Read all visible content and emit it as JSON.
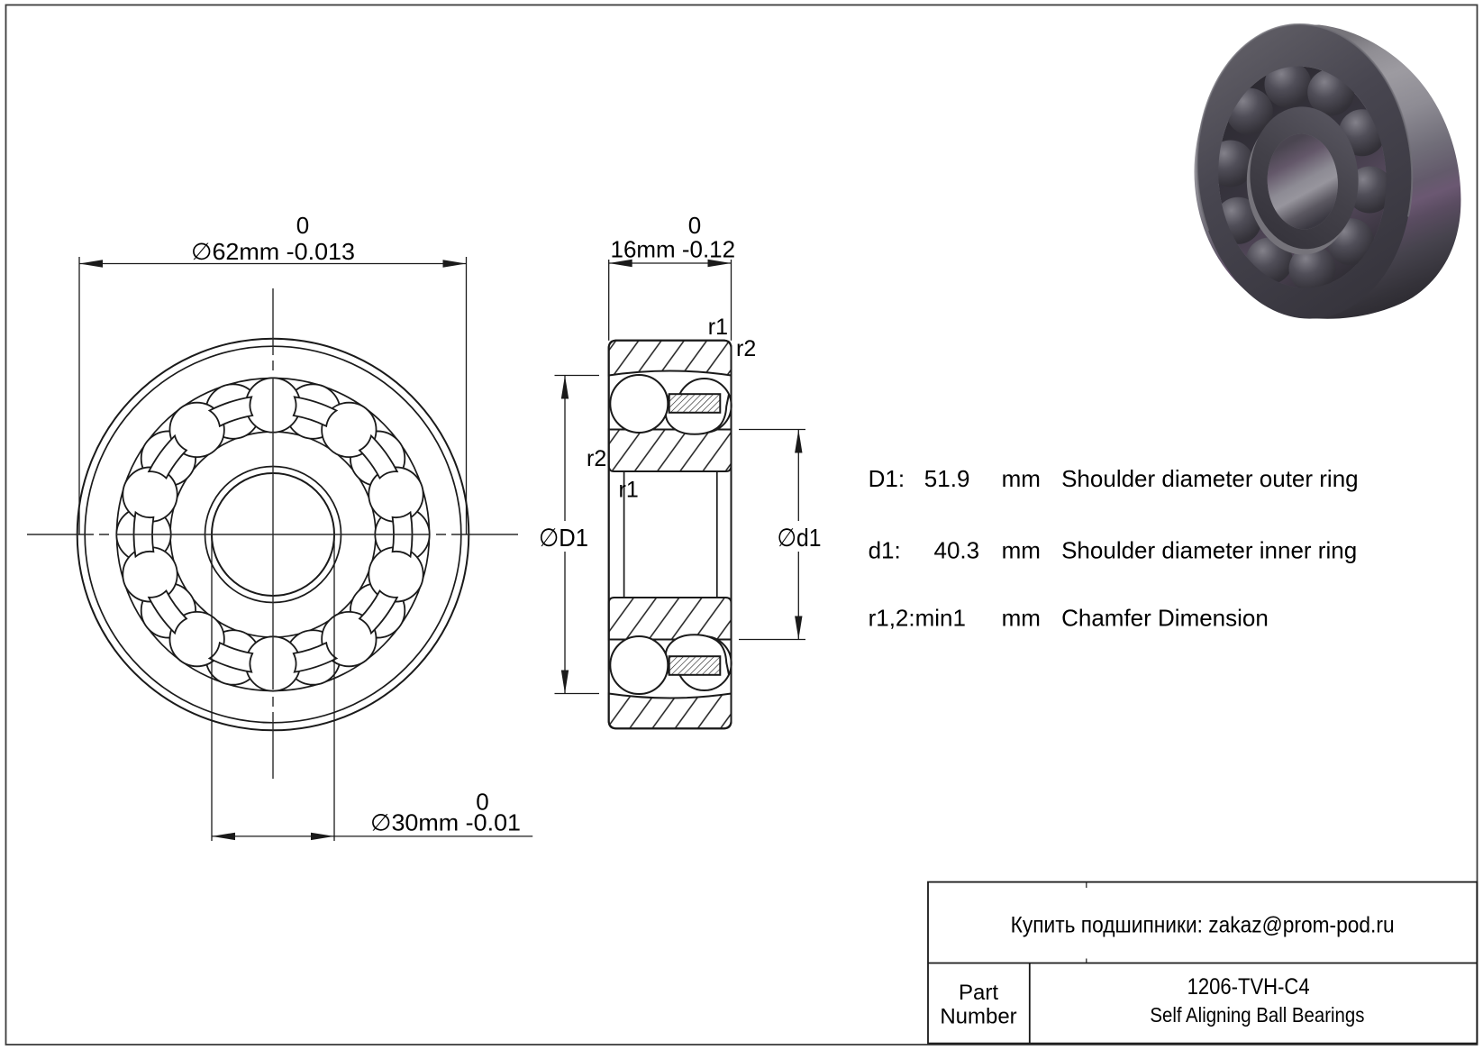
{
  "drawing": {
    "front_view": {
      "od_tolerance_upper": "0",
      "od_dimension": "∅62mm -0.013",
      "bore_tolerance_upper": "0",
      "bore_dimension": "∅30mm -0.01"
    },
    "section_view": {
      "width_tolerance_upper": "0",
      "width_dimension": "16mm -0.12",
      "outer_shoulder_label": "∅D1",
      "inner_shoulder_label": "∅d1",
      "chamfer_outer_r1": "r1",
      "chamfer_outer_r2": "r2",
      "chamfer_inner_r2": "r2",
      "chamfer_inner_r1": "r1"
    },
    "specifications": [
      {
        "label": "D1:",
        "value": "51.9",
        "unit": "mm",
        "description": "Shoulder diameter outer ring"
      },
      {
        "label": "d1:",
        "value": "40.3",
        "unit": "mm",
        "description": "Shoulder diameter inner ring"
      },
      {
        "label": "r1,2:min1",
        "unit": "mm",
        "description": "Chamfer Dimension"
      }
    ],
    "title_block": {
      "contact_line": "Купить подшипники: zakaz@prom-pod.ru",
      "part_label_line1": "Part",
      "part_label_line2": "Number",
      "part_number": "1206-TVH-C4",
      "product_type": "Self Aligning Ball Bearings"
    },
    "colors": {
      "line": "#1a1a1a",
      "page_border": "#3c3c3c",
      "render_body": "#46444c",
      "render_highlight": "#9d9ba1",
      "render_accent_purple": "#6b5872"
    }
  }
}
